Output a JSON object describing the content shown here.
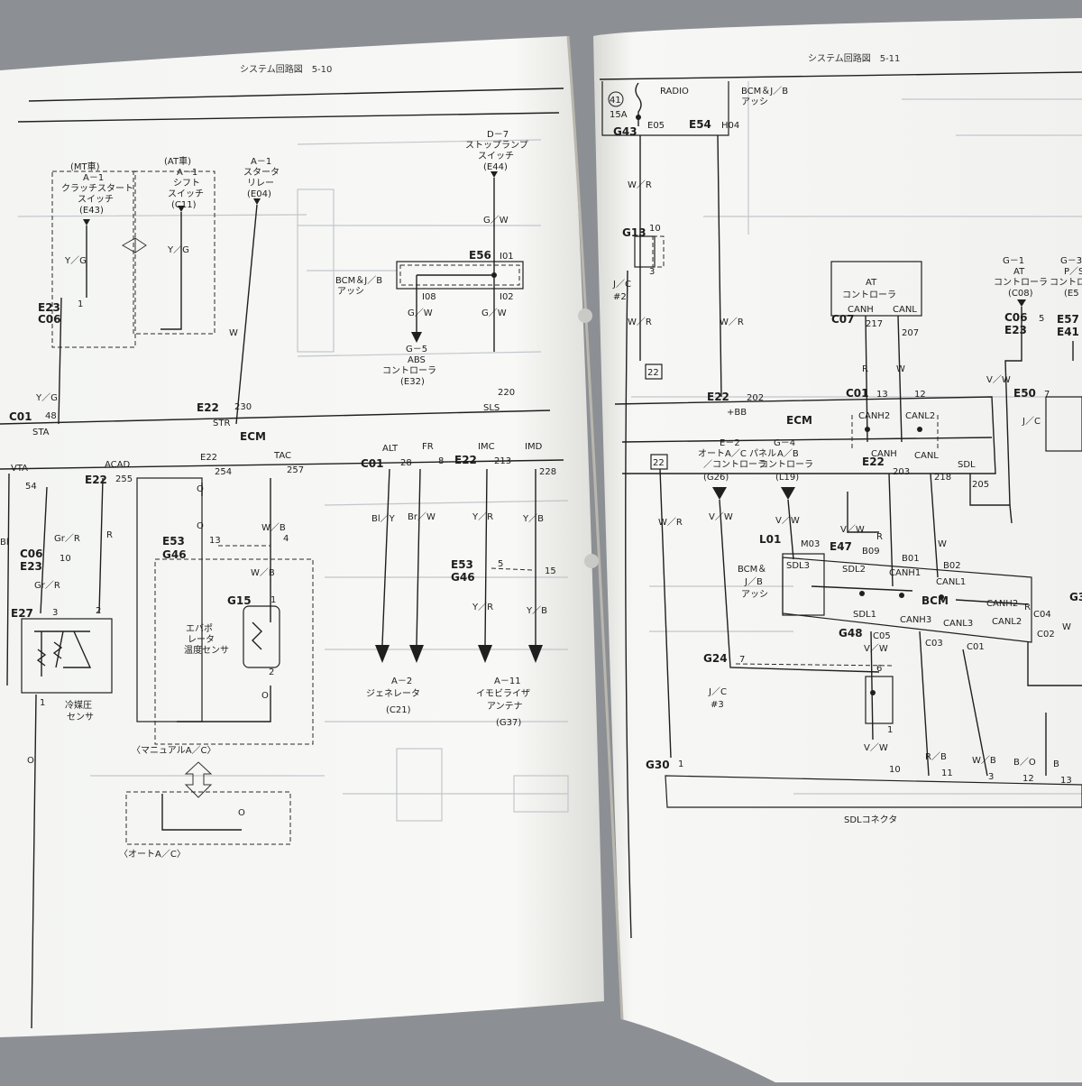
{
  "left_page": {
    "header": "システム回路図　5-10",
    "top_components": [
      {
        "code": "A－1",
        "name_lines": [
          "クラッチスタート",
          "スイッチ"
        ],
        "conn": "(E43)",
        "variant": "(MT車)"
      },
      {
        "code": "A－1",
        "name_lines": [
          "シフト",
          "スイッチ"
        ],
        "conn": "(C11)",
        "variant": "(AT車)"
      },
      {
        "code": "A－1",
        "name_lines": [
          "スタータ",
          "リレー"
        ],
        "conn": "(E04)"
      },
      {
        "code": "D－7",
        "name_lines": [
          "ストップランプ",
          "スイッチ"
        ],
        "conn": "(E44)"
      }
    ],
    "wire_colors": {
      "yg": "Y／G",
      "gw": "G／W",
      "w": "W",
      "wb": "W／B",
      "blr": "Bl／Y",
      "brw": "Br／W",
      "yr": "Y／R",
      "yb": "Y／B",
      "grr": "Gr／R",
      "r": "R",
      "bl": "Bl"
    },
    "bcm": {
      "lines": [
        "BCM＆J／B",
        "アッシ"
      ],
      "conn": "E56",
      "pins": [
        "I01",
        "I08",
        "I02"
      ]
    },
    "abs": {
      "code": "G－5",
      "lines": [
        "ABS",
        "コントローラ"
      ],
      "conn": "(E32)"
    },
    "connectors": {
      "e23c06": [
        "E23",
        "C06"
      ],
      "pin1": "1",
      "e53g46": [
        "E53",
        "G46"
      ],
      "pin13": "13",
      "pin4": "4",
      "pin5": "5",
      "pin15": "15",
      "pin10": "10"
    },
    "ecm": {
      "label": "ECM",
      "top_pins": [
        {
          "conn": "C01",
          "num": "48",
          "name": "STA"
        },
        {
          "conn": "E22",
          "num": "230",
          "name": "STR"
        },
        {
          "num": "220",
          "name": "SLS"
        }
      ],
      "bottom_pins": [
        {
          "name": "VTA",
          "num": "54"
        },
        {
          "name": "ACAD",
          "num": "255",
          "conn": "E22"
        },
        {
          "name": "E22",
          "num": "254"
        },
        {
          "name": "TAC",
          "num": "257"
        },
        {
          "name": "ALT",
          "num": "28",
          "conn": "C01"
        },
        {
          "name": "FR",
          "num": "8"
        },
        {
          "name": "IMC",
          "num": "213",
          "conn": "E22"
        },
        {
          "name": "IMD",
          "num": "228"
        }
      ]
    },
    "sensors": {
      "refrigerant": {
        "conn": "E27",
        "pins": [
          "3",
          "2",
          "1"
        ],
        "lines": [
          "冷媒圧",
          "センサ"
        ]
      },
      "evap": {
        "conn": "G15",
        "pins": [
          "1",
          "2"
        ],
        "lines": [
          "エバポ",
          "レータ",
          "温度センサ"
        ]
      }
    },
    "manual_ac": "〈マニュアルA／C〉",
    "auto_ac": "〈オートA／C〉",
    "generator": {
      "code": "A－2",
      "name": "ジェネレータ",
      "conn": "(C21)"
    },
    "immobilizer": {
      "code": "A－11",
      "lines": [
        "イモビライザ",
        "アンテナ"
      ],
      "conn": "(G37)"
    }
  },
  "right_page": {
    "header": "システム回路図　5-11",
    "fuse": {
      "num": "41",
      "amps": "15A",
      "name": "RADIO"
    },
    "bcm_top": {
      "lines": [
        "BCM＆J／B",
        "アッシ"
      ],
      "conn": "G43",
      "pins": [
        "E05",
        "E54",
        "H04"
      ]
    },
    "jc2": {
      "conn": "G13",
      "lines": [
        "J／C",
        "#2"
      ],
      "pins": [
        "10",
        "3"
      ],
      "ref": "22"
    },
    "wire_colors": {
      "wr": "W／R",
      "vw": "V／W",
      "r": "R",
      "w": "W",
      "rb": "R／B",
      "wb": "W／B",
      "bo": "B／O",
      "b": "B"
    },
    "ecm": {
      "label": "ECM",
      "bb_conn": "E22",
      "bb_pin": "202",
      "bb_name": "+BB",
      "c01": "C01",
      "c01_pins": [
        "13",
        "12"
      ],
      "canh2": "CANH2",
      "canl2": "CANL2",
      "canh": "CANH",
      "canl": "CANL",
      "sdl": "SDL",
      "e22": "E22",
      "e22_pins": [
        "203",
        "218",
        "205"
      ]
    },
    "at_controller": {
      "lines": [
        "AT",
        "コントローラ"
      ],
      "conn": "C07",
      "pins": [
        "217",
        "207"
      ],
      "canh": "CANH",
      "canl": "CANL"
    },
    "g1": {
      "code": "G－1",
      "lines": [
        "AT",
        "コントローラ"
      ],
      "conn": "(C08)",
      "conn2": [
        "C06",
        "E23"
      ],
      "pin": "5",
      "e50": "E50",
      "e50pin": "7",
      "jc": "J／C"
    },
    "g3": {
      "code": "G－3",
      "lines": [
        "P／S",
        "コントロ"
      ],
      "conn": "(E5",
      "e57": [
        "E57",
        "E41"
      ]
    },
    "ref_box": "22",
    "ac_panel": {
      "code": "E－2",
      "lines": [
        "オートA／C パネル",
        "／コントローラ"
      ],
      "conn": "(G26)"
    },
    "ab_ctrl": {
      "code": "G－4",
      "lines": [
        "A／B",
        "コントローラ"
      ],
      "conn": "(L19)"
    },
    "bcm_mid": {
      "conn": "L01",
      "lines": [
        "BCM＆",
        "J／B",
        "アッシ"
      ],
      "conns": [
        "M03",
        "E47",
        "B09",
        "B01",
        "B02"
      ],
      "labels": [
        "SDL3",
        "SDL2",
        "CANH1",
        "CANL1",
        "BCM",
        "CANH2",
        "SDL1",
        "CANH3",
        "CANL3",
        "CANL2"
      ],
      "pins": [
        "C04",
        "C02",
        "G48",
        "C05",
        "C03",
        "C01"
      ]
    },
    "g3_partial": "G3",
    "jc3": {
      "conn": "G24",
      "pin": "7",
      "lines": [
        "J／C",
        "#3"
      ],
      "pins": [
        "6",
        "1"
      ]
    },
    "sdl_connector": {
      "conn": "G30",
      "label": "SDLコネクタ",
      "pins": [
        "1",
        "10",
        "11",
        "3",
        "12",
        "13"
      ]
    }
  }
}
